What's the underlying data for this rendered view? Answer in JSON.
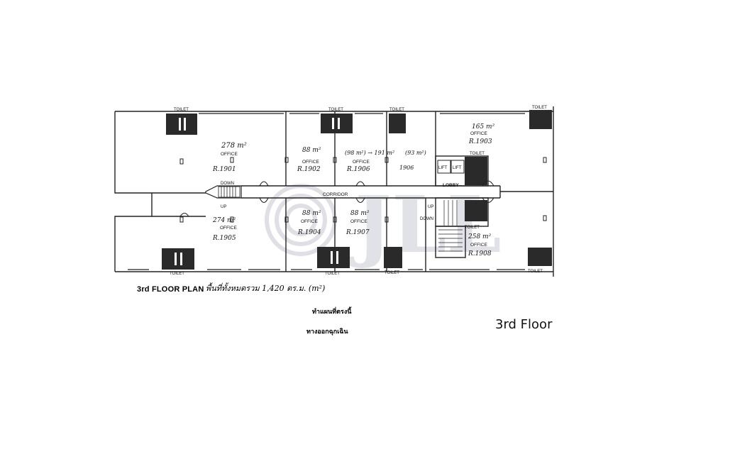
{
  "plan": {
    "title": "3rd FLOOR PLAN",
    "area_note": "พื้นที่ทั้งหมดรวม 1,420 ตร.ม. (m²)",
    "caption": "3rd Floor",
    "thai_line_1": "ทำแผนที่ตรงนี้",
    "thai_line_2": "ทางออกฉุกเฉิน",
    "watermark": "JLL"
  },
  "labels": {
    "toilet": "TOILET",
    "office": "OFFICE",
    "corridor": "CORRIDOR",
    "lobby": "LOBBY",
    "lift": "LIFT",
    "up": "UP",
    "down": "DOWN"
  },
  "rooms": [
    {
      "area": "278 m²",
      "room": "R.1901"
    },
    {
      "area": "88 m²",
      "room": "R.1902"
    },
    {
      "area": "(98 m²) → 191 m²",
      "room": "R.1906"
    },
    {
      "area": "(93 m²)",
      "room": "1906"
    },
    {
      "area": "165 m²",
      "room": "R.1903"
    },
    {
      "area": "274 m²",
      "room": "R.1905"
    },
    {
      "area": "88 m²",
      "room": "R.1904"
    },
    {
      "area": "88 m²",
      "room": "R.1907"
    },
    {
      "area": "258 m²",
      "room": "R.1908"
    }
  ]
}
